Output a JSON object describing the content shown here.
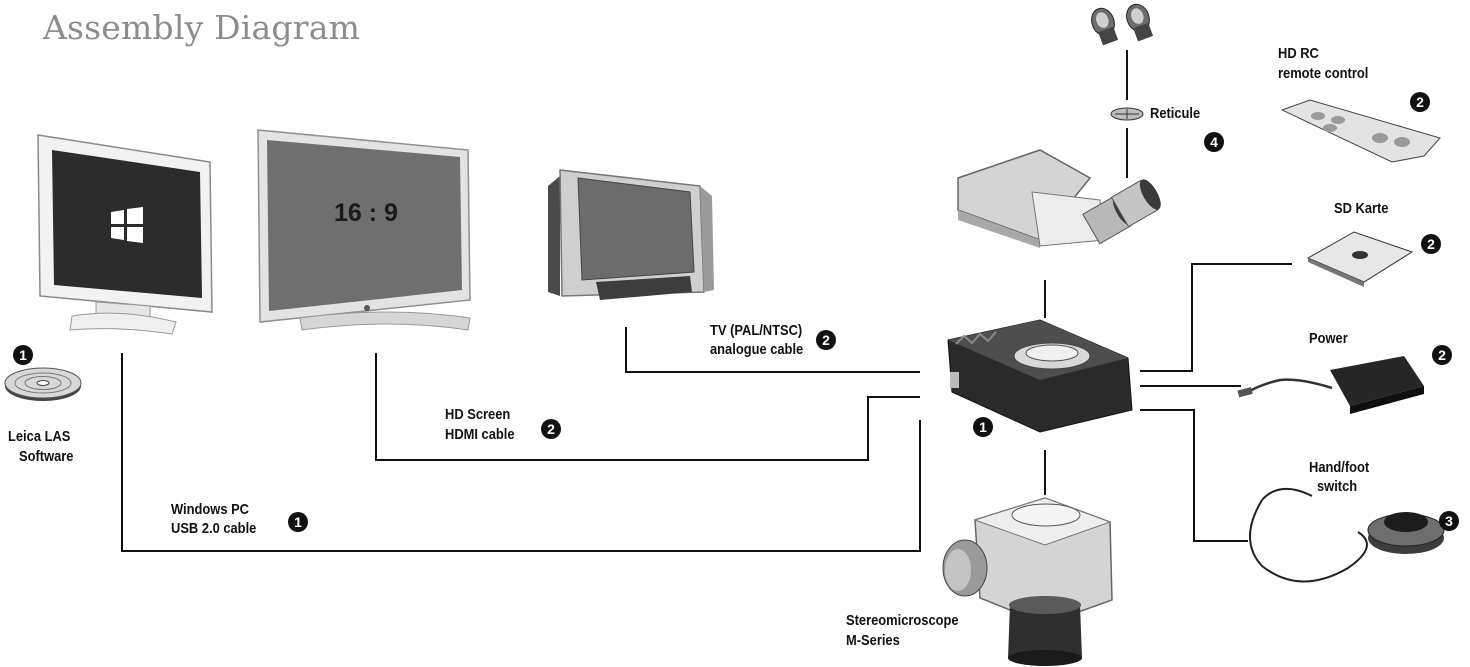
{
  "title": "Assembly Diagram",
  "labels": {
    "reticule": "Reticule",
    "hd_rc_1": "HD RC",
    "hd_rc_2": "remote control",
    "sd_karte": "SD Karte",
    "power": "Power",
    "hand_foot_1": "Hand/foot",
    "hand_foot_2": "switch",
    "tv_1": "TV (PAL/NTSC)",
    "tv_2": "analogue cable",
    "hd_screen_1": "HD Screen",
    "hd_screen_2": "HDMI cable",
    "windows_pc_1": "Windows PC",
    "windows_pc_2": "USB 2.0 cable",
    "leica_1": "Leica LAS",
    "leica_2": "Software",
    "stereo_1": "Stereomicroscope",
    "stereo_2": "M-Series",
    "tv_screen": "16 : 9"
  },
  "numbers": {
    "reticule": "4",
    "remote": "2",
    "sd": "2",
    "power": "2",
    "switch": "3",
    "tv": "2",
    "hdmi": "2",
    "usb": "1",
    "camera": "1",
    "software": "1"
  }
}
